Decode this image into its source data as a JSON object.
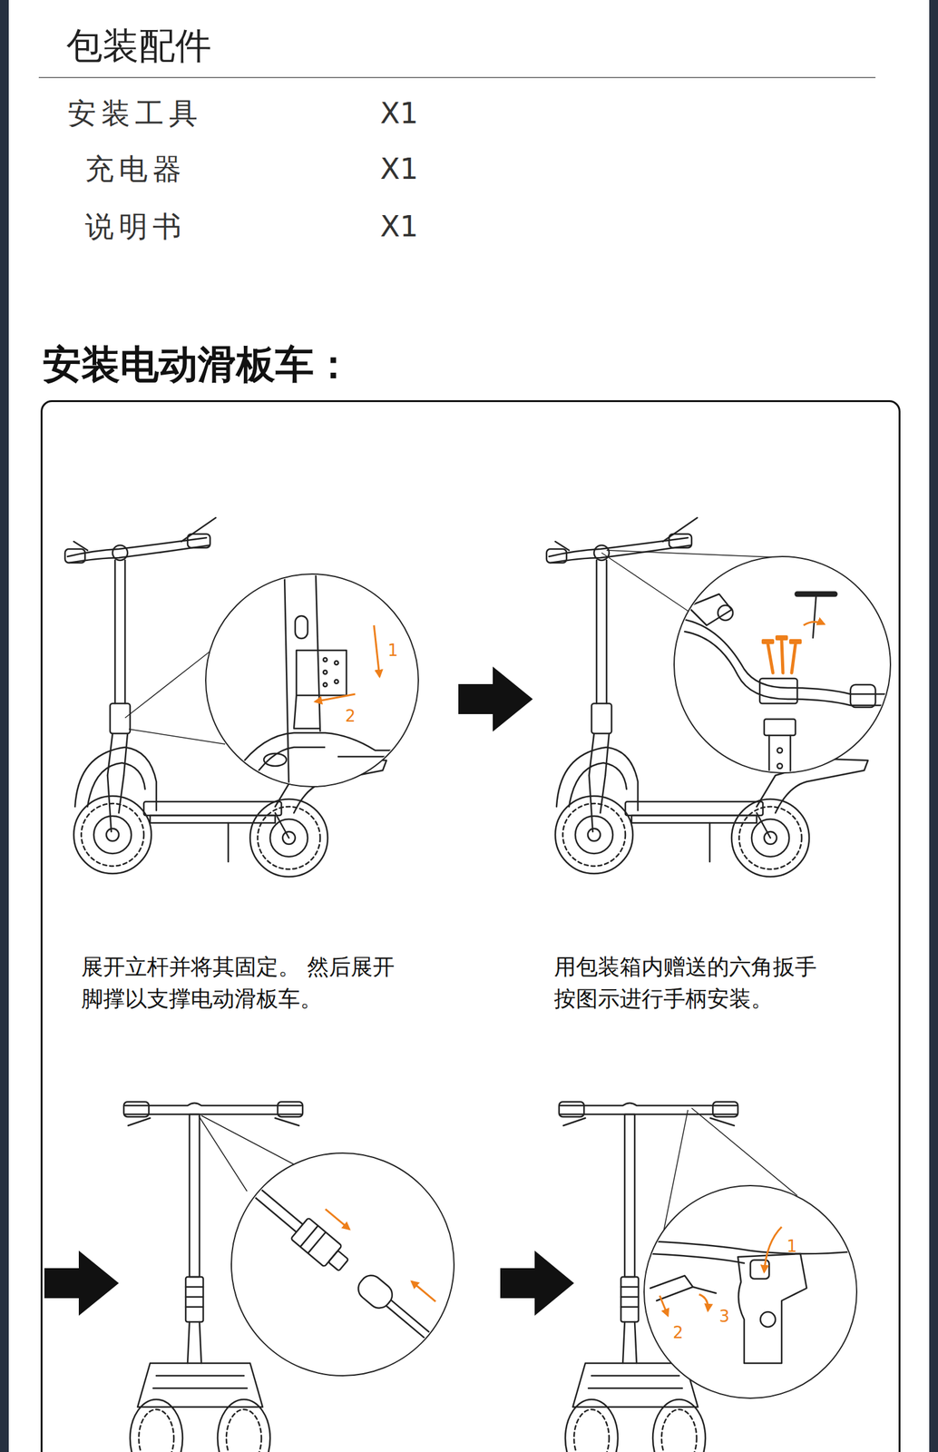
{
  "diagram": {
    "title": "包装配件",
    "nodes": [
      {
        "text": [
          "安装电动滑板车：",
          "展开立杆并将其固定。 然后展开 脚撑以支撑电动滑板车。",
          "用包装箱内赠送的六角扳手 按图示进行手柄安装。"
        ]
      }
    ],
    "labels": [
      "安装工具",
      "X1",
      "充电器",
      "X1",
      "说明书",
      "X1",
      "1",
      "2",
      "1",
      "2",
      "3"
    ]
  }
}
